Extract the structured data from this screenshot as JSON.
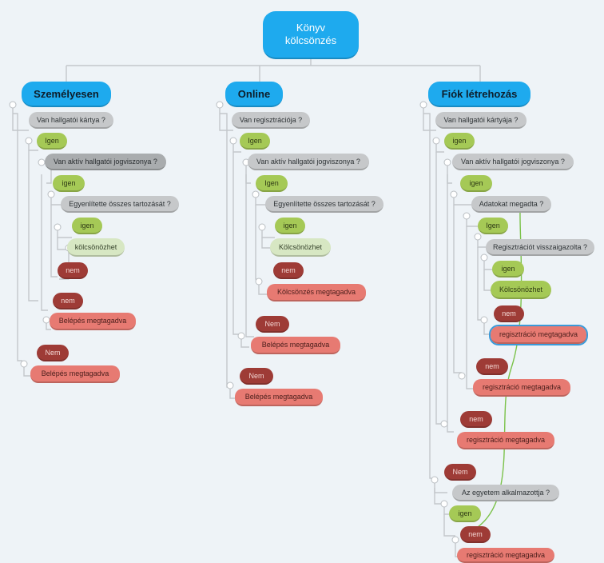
{
  "root": {
    "line1": "Könyv",
    "line2": "kölcsönzés"
  },
  "col1": {
    "title": "Személyesen",
    "q1": "Van hallgatói kártya ?",
    "igen1": "Igen",
    "q2": "Van aktív hallgatói jogviszonya ?",
    "igen2": "igen",
    "q3": "Egyenlítette összes tartozását ?",
    "igen3": "igen",
    "ok": "kölcsönözhet",
    "nem3": "nem",
    "nem2": "nem",
    "deny2": "Belépés megtagadva",
    "nem1": "Nem",
    "deny1": "Belépés megtagadva"
  },
  "col2": {
    "title": "Online",
    "q1": "Van regisztrációja ?",
    "igen1": "Igen",
    "q2": "Van aktív hallgatói jogviszonya ?",
    "igen2": "Igen",
    "q3": "Egyenlítette összes tartozását ?",
    "igen3": "igen",
    "ok": "Kölcsönözhet",
    "nem3": "nem",
    "deny3": "Kölcsönzés megtagadva",
    "nem2": "Nem",
    "deny2": "Belépés megtagadva",
    "nem1": "Nem",
    "deny1": "Belépés megtagadva"
  },
  "col3": {
    "title": "Fiók létrehozás",
    "q1": "Van hallgatói kártyája ?",
    "igen1": "igen",
    "q2": "Van aktív hallgatói jogviszonya ?",
    "igen2": "igen",
    "q3": "Adatokat megadta ?",
    "igen3": "Igen",
    "q4": "Regisztrációt visszaigazolta ?",
    "igen4": "igen",
    "ok": "Kölcsönözhet",
    "nem4": "nem",
    "deny4": "regisztráció megtagadva",
    "nem3": "nem",
    "deny3": "regisztráció megtagadva",
    "nem2": "nem",
    "deny2": "regisztráció megtagadva",
    "nem1": "Nem",
    "q5": "Az egyetem alkalmazottja ?",
    "igen5": "igen",
    "nem5": "nem",
    "deny5": "regisztráció megtagadva"
  },
  "colors": {
    "root": "#1eaaee",
    "question": "#c6c8ca",
    "yes": "#a5c956",
    "no": "#9e3b36",
    "denied": "#e77a72",
    "ok": "#d7e7c3",
    "connector_arrow": "#7bc24a"
  }
}
